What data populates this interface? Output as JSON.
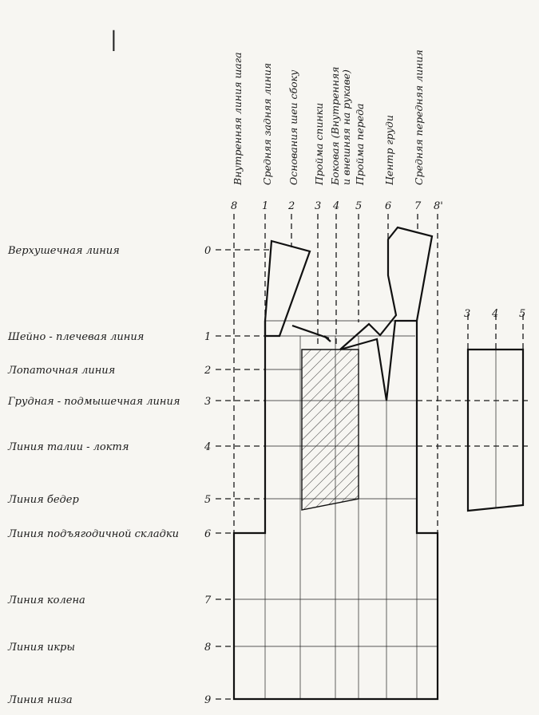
{
  "horizontal_lines": [
    {
      "num": "0",
      "label": "Верхушечная линия"
    },
    {
      "num": "1",
      "label": "Шейно - плечевая линия"
    },
    {
      "num": "2",
      "label": "Лопаточная линия"
    },
    {
      "num": "3",
      "label": "Грудная - подмышечная линия"
    },
    {
      "num": "4",
      "label": "Линия талии - локтя"
    },
    {
      "num": "5",
      "label": "Линия бедер"
    },
    {
      "num": "6",
      "label": "Линия подъягодичной складки"
    },
    {
      "num": "7",
      "label": "Линия колена"
    },
    {
      "num": "8",
      "label": "Линия икры"
    },
    {
      "num": "9",
      "label": "Линия низа"
    }
  ],
  "vertical_lines": [
    {
      "num": "8",
      "label": [
        "Внутренняя линия шага"
      ]
    },
    {
      "num": "1",
      "label": [
        "Средняя задняя линия"
      ]
    },
    {
      "num": "2",
      "label": [
        "Основания шеи сбоку"
      ]
    },
    {
      "num": "3",
      "label": [
        "Пройма спинки"
      ]
    },
    {
      "num": "4",
      "label": [
        "Боковая (Внутренняя",
        "и внешняя на рукаве)"
      ]
    },
    {
      "num": "5",
      "label": [
        "Пройма переда"
      ]
    },
    {
      "num": "6",
      "label": [
        "Центр груди"
      ]
    },
    {
      "num": "7",
      "label": [
        "Средняя передняя линия"
      ]
    },
    {
      "num": "8'",
      "label": []
    }
  ],
  "sleeve_columns": [
    "3",
    "4",
    "5"
  ],
  "corner_mark": "|"
}
